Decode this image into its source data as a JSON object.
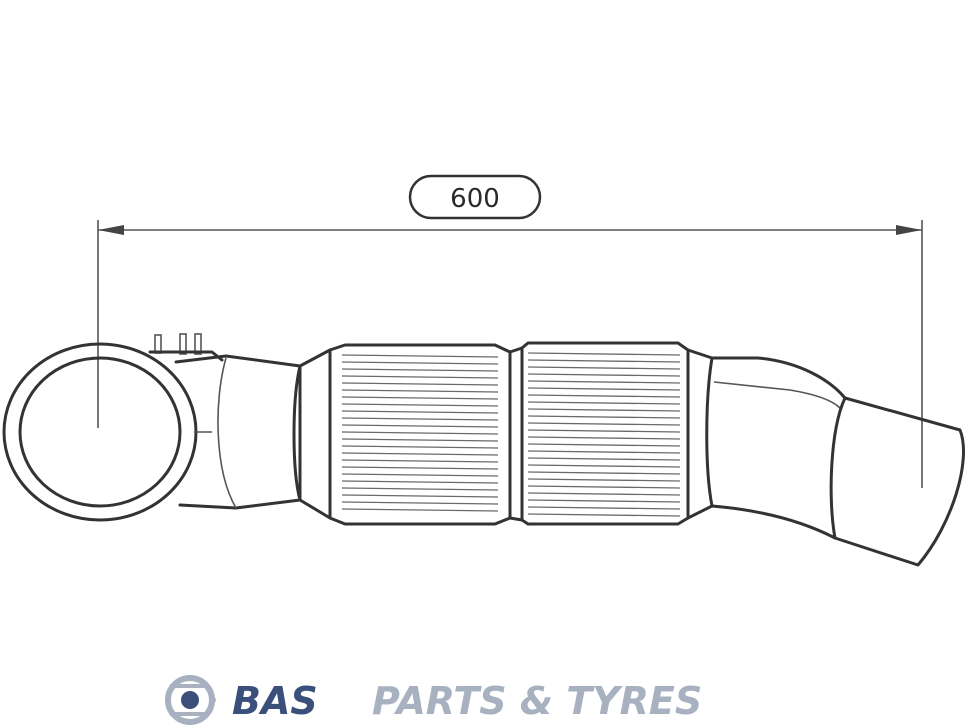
{
  "dimension": {
    "length_label": "600"
  },
  "logo": {
    "brand": "BAS",
    "tagline": "PARTS & TYRES",
    "brand_color": "#3a4f7a",
    "tagline_color": "#a8b1c0"
  },
  "line_color": "#333333"
}
